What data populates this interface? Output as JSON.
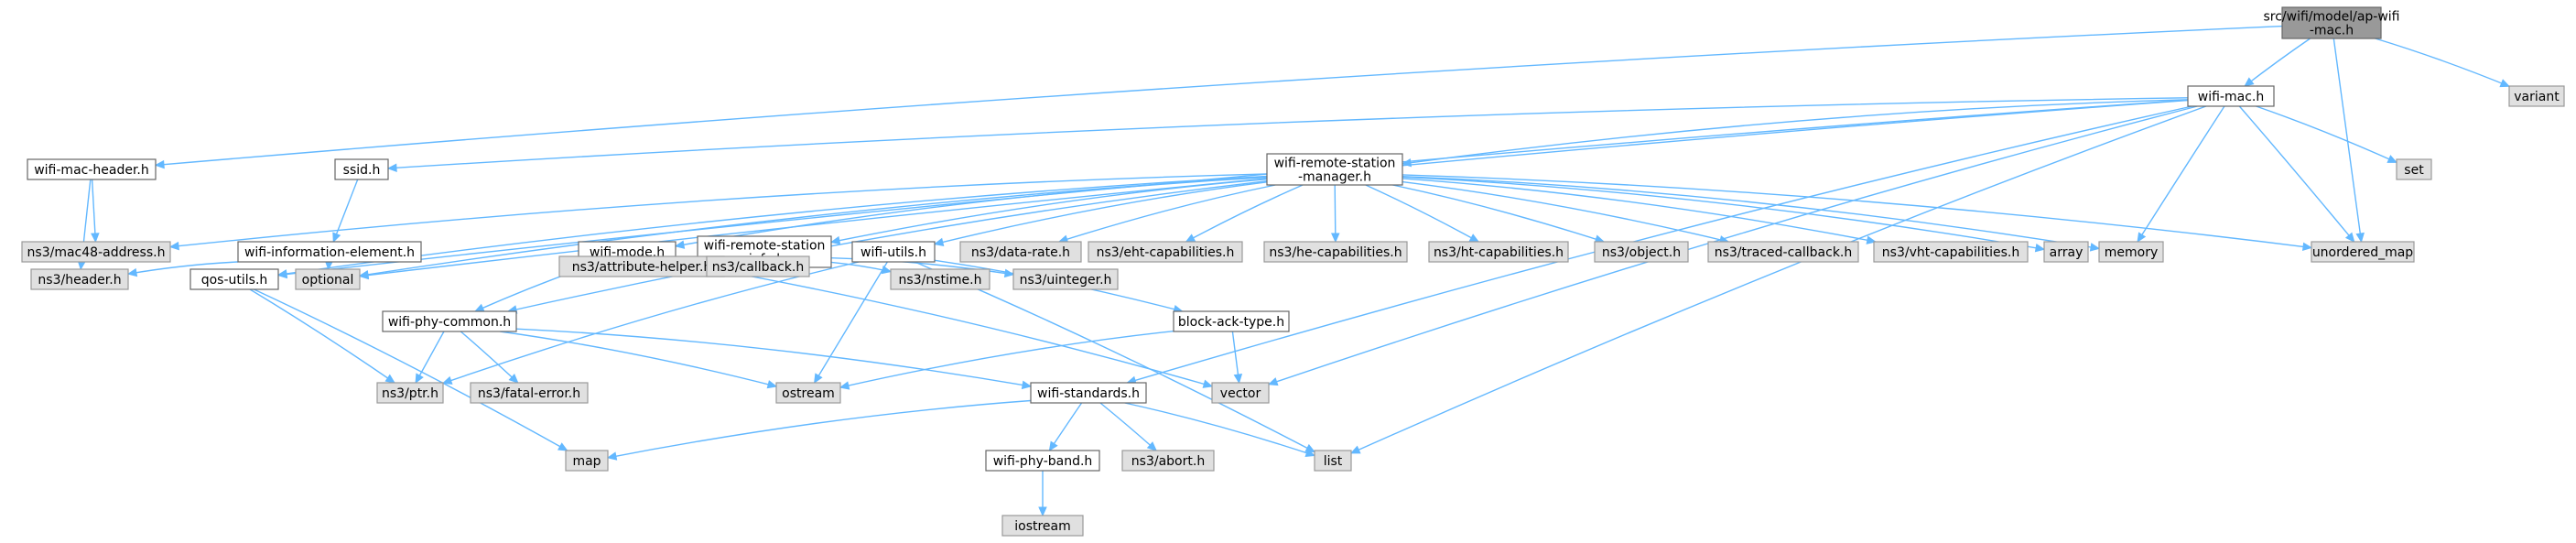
{
  "nodes": [
    {
      "id": "ap",
      "kind": "focus",
      "lines": [
        "src/wifi/model/ap-wifi",
        "-mac.h"
      ]
    },
    {
      "id": "wifimac",
      "kind": "local",
      "lines": [
        "wifi-mac.h"
      ]
    },
    {
      "id": "variant",
      "kind": "system",
      "lines": [
        "variant"
      ]
    },
    {
      "id": "machdr",
      "kind": "local",
      "lines": [
        "wifi-mac-header.h"
      ]
    },
    {
      "id": "ssid",
      "kind": "local",
      "lines": [
        "ssid.h"
      ]
    },
    {
      "id": "rsm",
      "kind": "local",
      "lines": [
        "wifi-remote-station",
        "-manager.h"
      ]
    },
    {
      "id": "set",
      "kind": "system",
      "lines": [
        "set"
      ]
    },
    {
      "id": "mac48",
      "kind": "system",
      "lines": [
        "ns3/mac48-address.h"
      ]
    },
    {
      "id": "wie",
      "kind": "local",
      "lines": [
        "wifi-information-element.h"
      ]
    },
    {
      "id": "wmode",
      "kind": "local",
      "lines": [
        "wifi-mode.h"
      ]
    },
    {
      "id": "rsinfo",
      "kind": "local",
      "lines": [
        "wifi-remote-station",
        "-info.h"
      ]
    },
    {
      "id": "wutils",
      "kind": "local",
      "lines": [
        "wifi-utils.h"
      ]
    },
    {
      "id": "datarate",
      "kind": "system",
      "lines": [
        "ns3/data-rate.h"
      ]
    },
    {
      "id": "eht",
      "kind": "system",
      "lines": [
        "ns3/eht-capabilities.h"
      ]
    },
    {
      "id": "he",
      "kind": "system",
      "lines": [
        "ns3/he-capabilities.h"
      ]
    },
    {
      "id": "ht",
      "kind": "system",
      "lines": [
        "ns3/ht-capabilities.h"
      ]
    },
    {
      "id": "object",
      "kind": "system",
      "lines": [
        "ns3/object.h"
      ]
    },
    {
      "id": "traced",
      "kind": "system",
      "lines": [
        "ns3/traced-callback.h"
      ]
    },
    {
      "id": "vht",
      "kind": "system",
      "lines": [
        "ns3/vht-capabilities.h"
      ]
    },
    {
      "id": "array",
      "kind": "system",
      "lines": [
        "array"
      ]
    },
    {
      "id": "memory",
      "kind": "system",
      "lines": [
        "memory"
      ]
    },
    {
      "id": "umap",
      "kind": "system",
      "lines": [
        "unordered_map"
      ]
    },
    {
      "id": "header",
      "kind": "system",
      "lines": [
        "ns3/header.h"
      ]
    },
    {
      "id": "qos",
      "kind": "local",
      "lines": [
        "qos-utils.h"
      ]
    },
    {
      "id": "optional",
      "kind": "system",
      "lines": [
        "optional"
      ]
    },
    {
      "id": "phycommon",
      "kind": "local",
      "lines": [
        "wifi-phy-common.h"
      ]
    },
    {
      "id": "attrhelper",
      "kind": "system",
      "lines": [
        "ns3/attribute-helper.h"
      ]
    },
    {
      "id": "callback",
      "kind": "system",
      "lines": [
        "ns3/callback.h"
      ]
    },
    {
      "id": "nstime",
      "kind": "system",
      "lines": [
        "ns3/nstime.h"
      ]
    },
    {
      "id": "uinteger",
      "kind": "system",
      "lines": [
        "ns3/uinteger.h"
      ]
    },
    {
      "id": "bat",
      "kind": "local",
      "lines": [
        "block-ack-type.h"
      ]
    },
    {
      "id": "ptr",
      "kind": "system",
      "lines": [
        "ns3/ptr.h"
      ]
    },
    {
      "id": "fatal",
      "kind": "system",
      "lines": [
        "ns3/fatal-error.h"
      ]
    },
    {
      "id": "ostream",
      "kind": "system",
      "lines": [
        "ostream"
      ]
    },
    {
      "id": "vector",
      "kind": "system",
      "lines": [
        "vector"
      ]
    },
    {
      "id": "std",
      "kind": "local",
      "lines": [
        "wifi-standards.h"
      ]
    },
    {
      "id": "map",
      "kind": "system",
      "lines": [
        "map"
      ]
    },
    {
      "id": "band",
      "kind": "local",
      "lines": [
        "wifi-phy-band.h"
      ]
    },
    {
      "id": "abort",
      "kind": "system",
      "lines": [
        "ns3/abort.h"
      ]
    },
    {
      "id": "list",
      "kind": "system",
      "lines": [
        "list"
      ]
    },
    {
      "id": "iostream",
      "kind": "system",
      "lines": [
        "iostream"
      ]
    }
  ],
  "edges": [
    [
      "ap",
      "wifimac"
    ],
    [
      "ap",
      "variant"
    ],
    [
      "ap",
      "machdr"
    ],
    [
      "ap",
      "umap"
    ],
    [
      "wifimac",
      "ssid"
    ],
    [
      "wifimac",
      "rsm"
    ],
    [
      "wifimac",
      "set"
    ],
    [
      "wifimac",
      "qos"
    ],
    [
      "wifimac",
      "optional"
    ],
    [
      "wifimac",
      "memory"
    ],
    [
      "wifimac",
      "umap"
    ],
    [
      "wifimac",
      "vector"
    ],
    [
      "wifimac",
      "std"
    ],
    [
      "wifimac",
      "list"
    ],
    [
      "machdr",
      "mac48"
    ],
    [
      "machdr",
      "header"
    ],
    [
      "ssid",
      "wie"
    ],
    [
      "wie",
      "header"
    ],
    [
      "wie",
      "optional"
    ],
    [
      "rsm",
      "mac48"
    ],
    [
      "rsm",
      "wmode"
    ],
    [
      "rsm",
      "rsinfo"
    ],
    [
      "rsm",
      "wutils"
    ],
    [
      "rsm",
      "datarate"
    ],
    [
      "rsm",
      "eht"
    ],
    [
      "rsm",
      "he"
    ],
    [
      "rsm",
      "ht"
    ],
    [
      "rsm",
      "object"
    ],
    [
      "rsm",
      "traced"
    ],
    [
      "rsm",
      "vht"
    ],
    [
      "rsm",
      "array"
    ],
    [
      "rsm",
      "memory"
    ],
    [
      "rsm",
      "umap"
    ],
    [
      "rsm",
      "optional"
    ],
    [
      "rsm",
      "qos"
    ],
    [
      "rsm",
      "phycommon"
    ],
    [
      "wmode",
      "phycommon"
    ],
    [
      "wmode",
      "attrhelper"
    ],
    [
      "wmode",
      "callback"
    ],
    [
      "wmode",
      "vector"
    ],
    [
      "rsinfo",
      "nstime"
    ],
    [
      "rsinfo",
      "uinteger"
    ],
    [
      "wutils",
      "bat"
    ],
    [
      "wutils",
      "list"
    ],
    [
      "wutils",
      "ostream"
    ],
    [
      "wutils",
      "ptr"
    ],
    [
      "qos",
      "ptr"
    ],
    [
      "qos",
      "map"
    ],
    [
      "phycommon",
      "ptr"
    ],
    [
      "phycommon",
      "fatal"
    ],
    [
      "phycommon",
      "ostream"
    ],
    [
      "phycommon",
      "std"
    ],
    [
      "bat",
      "vector"
    ],
    [
      "bat",
      "ostream"
    ],
    [
      "std",
      "map"
    ],
    [
      "std",
      "band"
    ],
    [
      "std",
      "abort"
    ],
    [
      "std",
      "list"
    ],
    [
      "band",
      "iostream"
    ]
  ],
  "colors": {
    "edge": "#63b8ff",
    "local_fill": "#ffffff",
    "system_fill": "#e0e0e0",
    "focus_fill": "#999999",
    "border": "#666666"
  }
}
